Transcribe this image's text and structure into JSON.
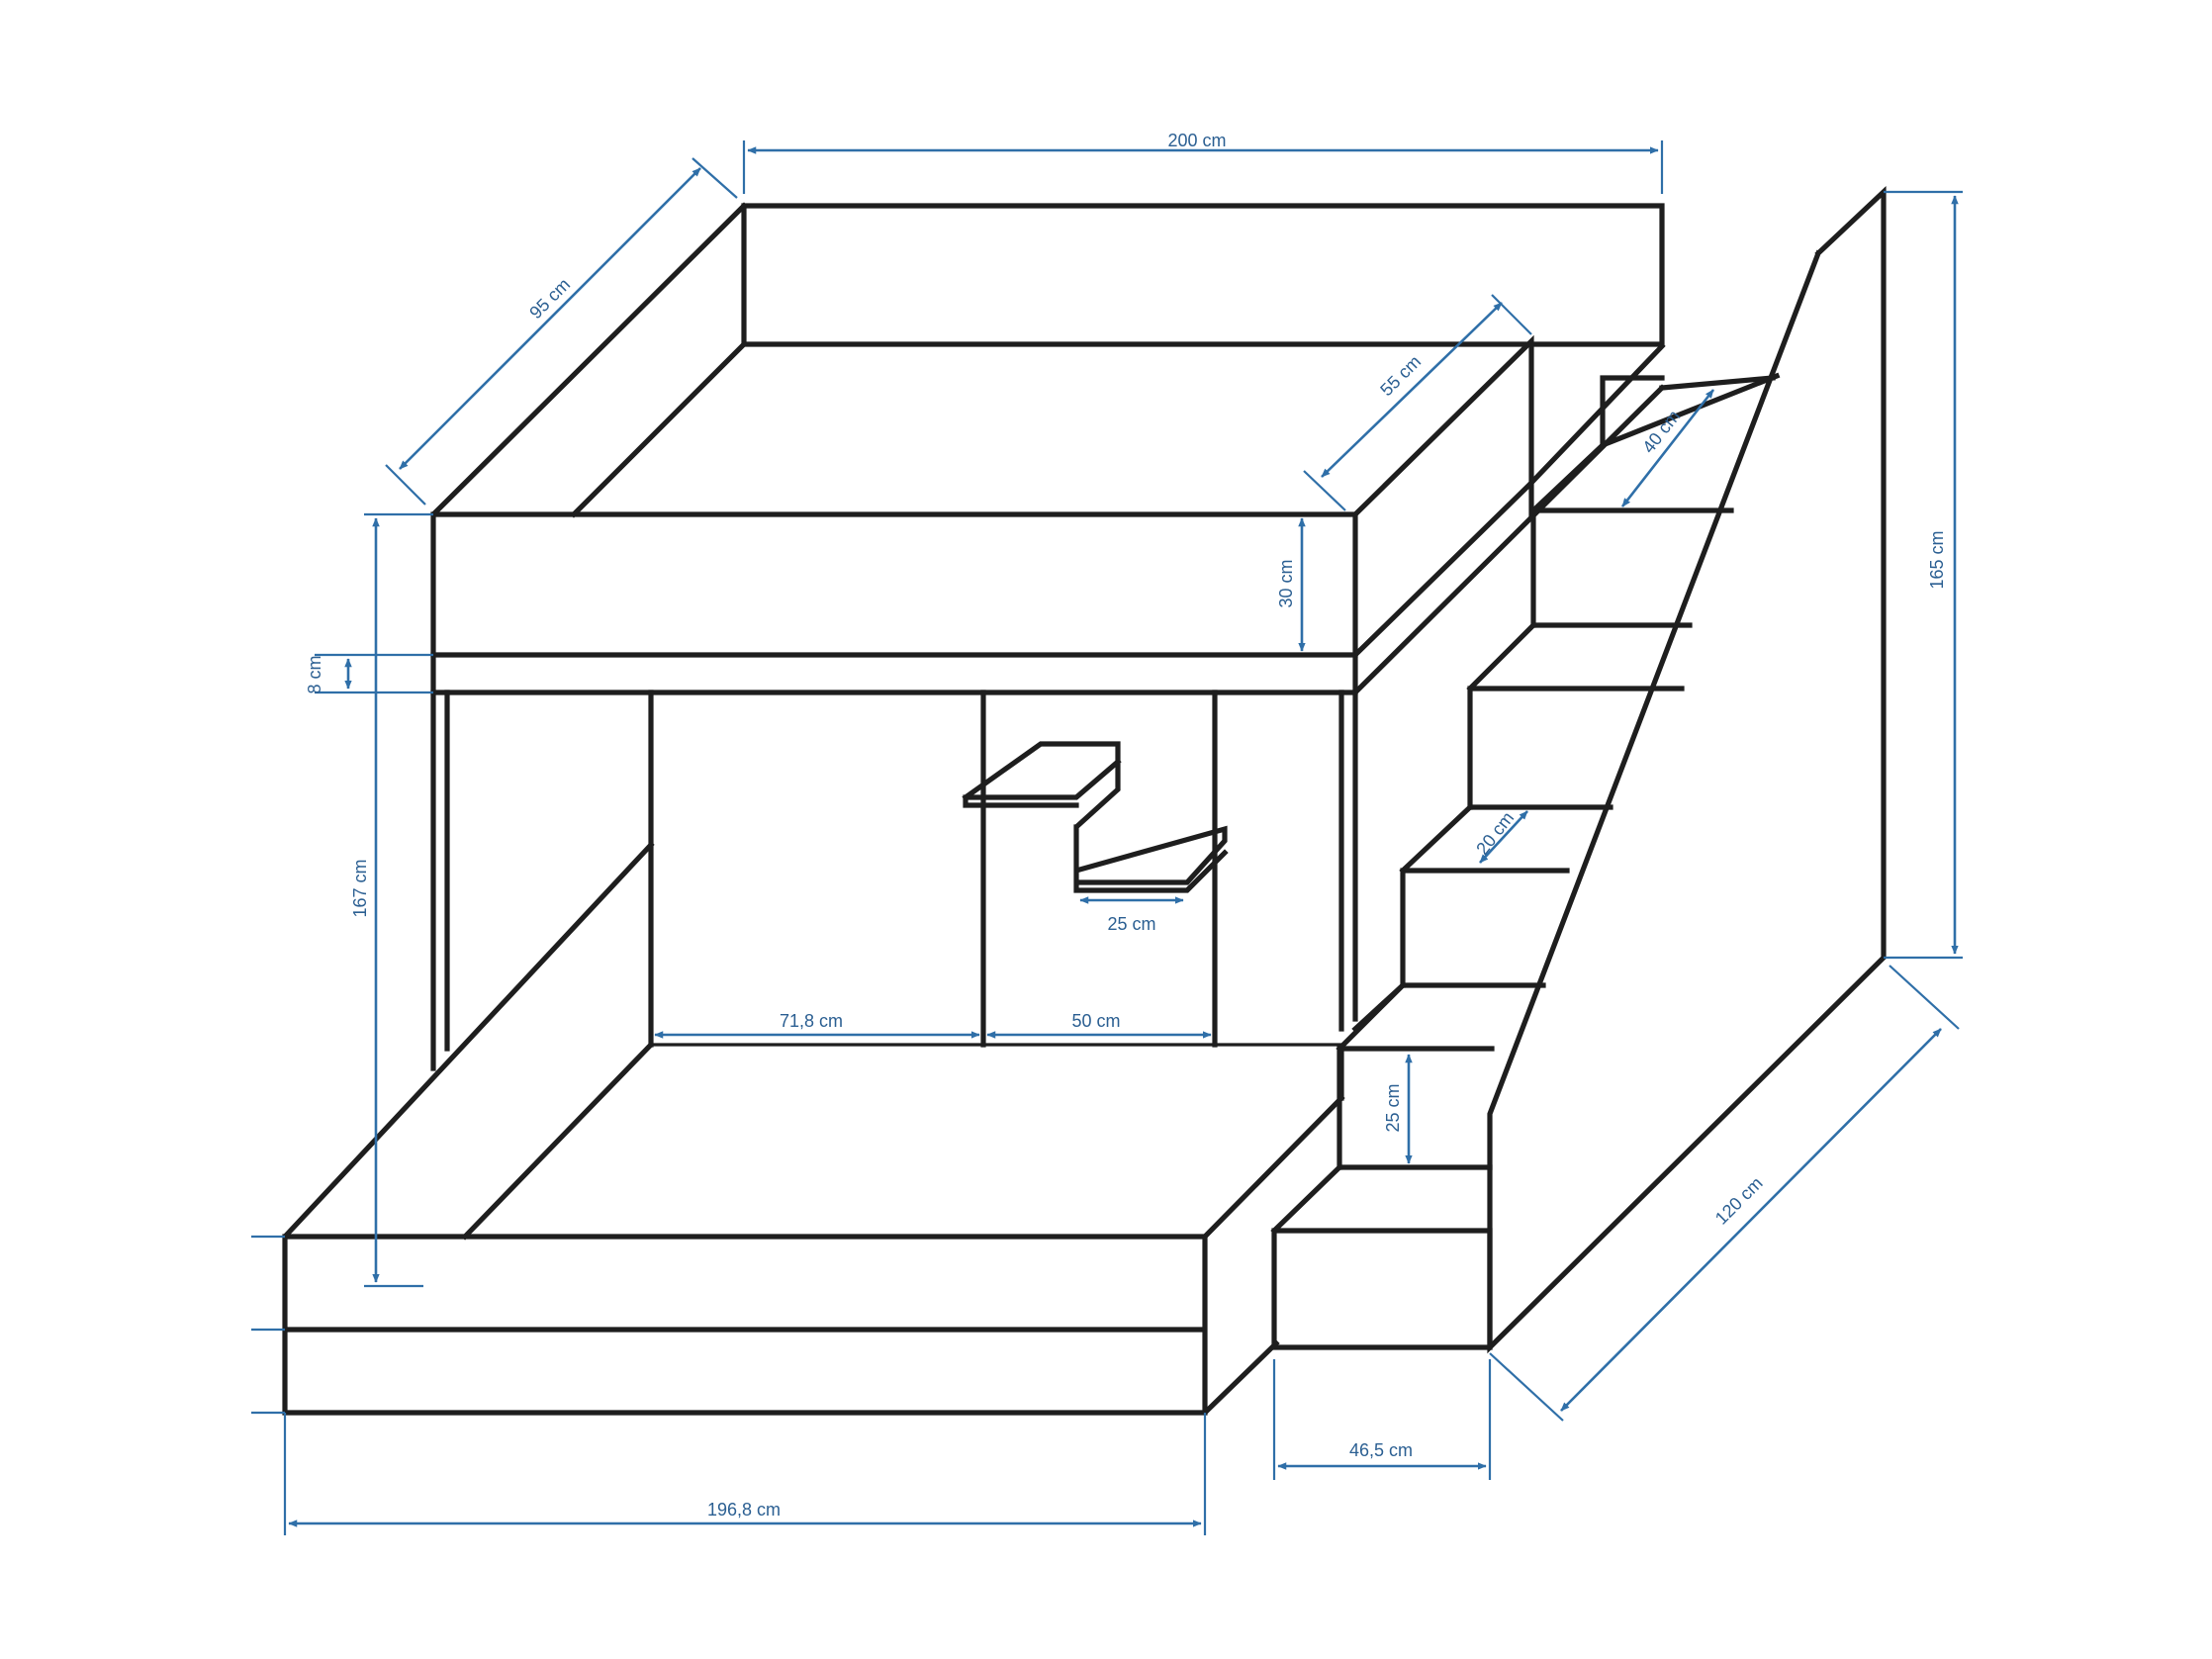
{
  "colors": {
    "outline": "#1e1e1e",
    "dimension": "#2f6fa8",
    "label": "#2b5f92",
    "background": "#ffffff"
  },
  "dimensions": {
    "top_length": "200 cm",
    "top_depth": "95 cm",
    "top_mattress_depth": "55 cm",
    "top_side_height": "30 cm",
    "gap_height": "8 cm",
    "total_height_left": "167 cm",
    "stair_height": "165 cm",
    "stair_step_depth_top": "40 cm",
    "stair_step_depth_mid": "20 cm",
    "stair_step_height": "25 cm",
    "shelf_width": "25 cm",
    "panel_width_left": "71,8 cm",
    "panel_width_right": "50 cm",
    "stair_width": "46,5 cm",
    "stair_length": "120 cm",
    "bottom_length": "196,8 cm"
  }
}
